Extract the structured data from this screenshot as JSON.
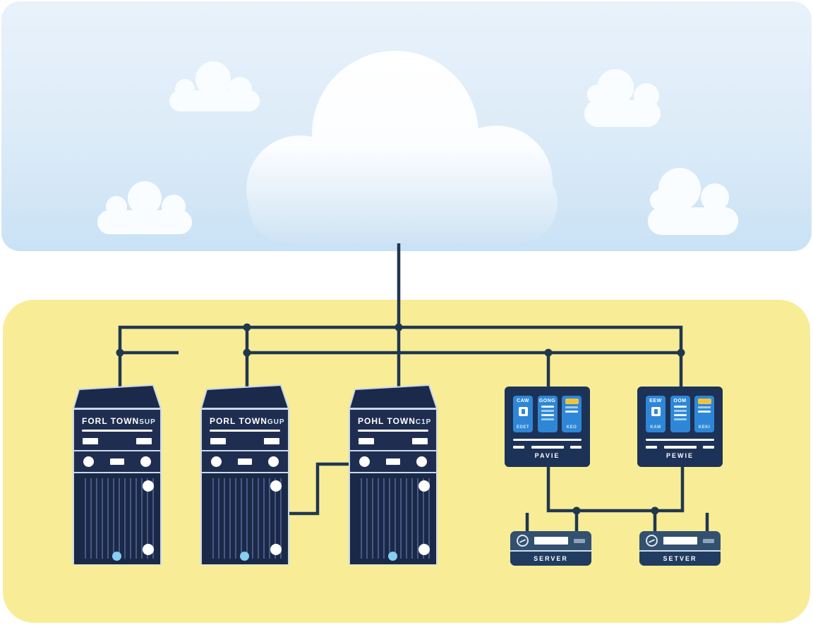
{
  "colors": {
    "sky_top": "#e9f2fb",
    "sky_mid": "#dcebf8",
    "sky_bottom": "#c9e2f5",
    "ground": "#f8ec96",
    "line": "#20374e",
    "device_navy": "#1f2e50",
    "monitor_navy": "#1d3257",
    "card_blue": "#2e87d6",
    "card_yellow": "#f0c33e",
    "router_body": "#33506f",
    "router_band": "#203c60",
    "accent_light_blue": "#86cdf2"
  },
  "towers": [
    {
      "name": "FORL TOWN",
      "tag": "SUP"
    },
    {
      "name": "PORL TOWN",
      "tag": "GUP"
    },
    {
      "name": "POHL TOWN",
      "tag": "C1P"
    }
  ],
  "monitors": [
    {
      "label": "PAVIE",
      "card1_title": "CAW",
      "card1_caption": "EDET",
      "card2_title": "GONG",
      "card3_caption": "KEO"
    },
    {
      "label": "PEWIE",
      "card1_title": "EEW",
      "card1_caption": "KAM",
      "card2_title": "OOM",
      "card3_caption": "KEKI"
    }
  ],
  "routers": [
    {
      "label": "SERVER"
    },
    {
      "label": "SETVER"
    }
  ]
}
